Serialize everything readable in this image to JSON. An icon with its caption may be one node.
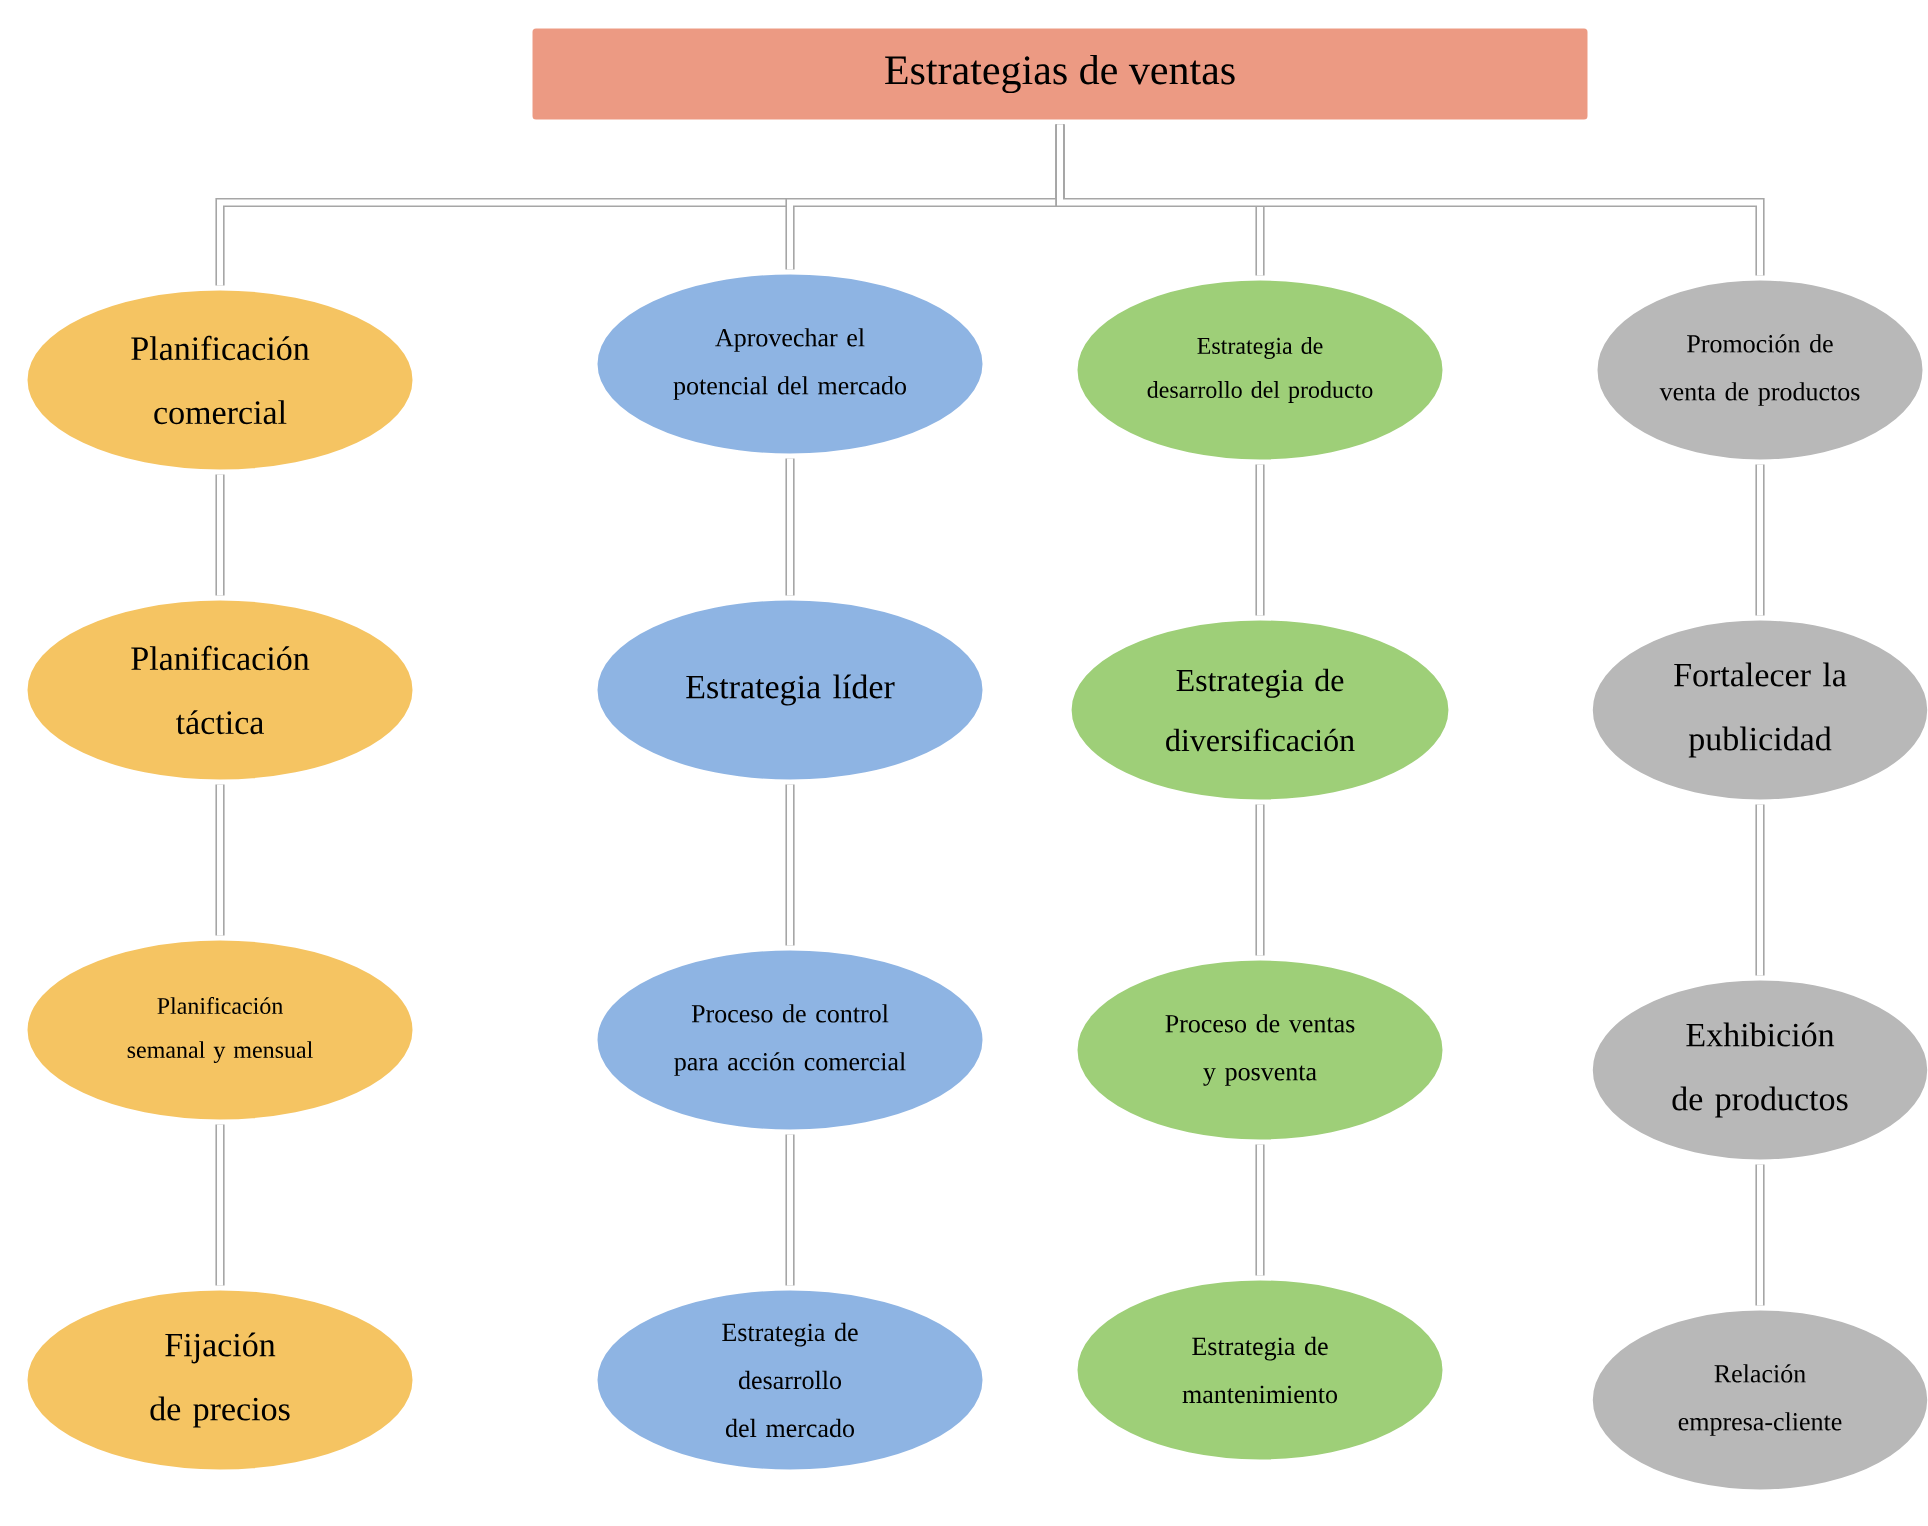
{
  "diagram": {
    "nodes": [
      {
        "text": [
          "Estrategias de ventas"
        ]
      },
      {
        "text": [
          "Planificación comercial"
        ]
      },
      {
        "text": [
          "Planificación táctica"
        ]
      },
      {
        "text": [
          "Planificación semanal y mensual"
        ]
      },
      {
        "text": [
          "Fijación de precios"
        ]
      },
      {
        "text": [
          "Aprovechar el potencial del mercado"
        ]
      },
      {
        "text": [
          "Estrategia líder"
        ]
      },
      {
        "text": [
          "Proceso de control para acción comercial"
        ]
      },
      {
        "text": [
          "Estrategia de desarrollo del mercado"
        ]
      },
      {
        "text": [
          "Estrategia de desarrollo del producto"
        ]
      },
      {
        "text": [
          "Estrategia de diversificación"
        ]
      },
      {
        "text": [
          "Proceso de ventas y posventa"
        ]
      },
      {
        "text": [
          "Estrategia de mantenimiento"
        ]
      },
      {
        "text": [
          "Promoción de venta de productos"
        ]
      },
      {
        "text": [
          "Fortalecer la publicidad"
        ]
      },
      {
        "text": [
          "Exhibición de productos"
        ]
      },
      {
        "text": [
          "Relación empresa-cliente"
        ]
      }
    ],
    "edges": [
      {
        "from": 0,
        "to": 1,
        "arrow": "none"
      },
      {
        "from": 0,
        "to": 5,
        "arrow": "none"
      },
      {
        "from": 0,
        "to": 9,
        "arrow": "none"
      },
      {
        "from": 0,
        "to": 13,
        "arrow": "none"
      },
      {
        "from": 1,
        "to": 2,
        "arrow": "none"
      },
      {
        "from": 2,
        "to": 3,
        "arrow": "none"
      },
      {
        "from": 3,
        "to": 4,
        "arrow": "none"
      },
      {
        "from": 5,
        "to": 6,
        "arrow": "none"
      },
      {
        "from": 6,
        "to": 7,
        "arrow": "none"
      },
      {
        "from": 7,
        "to": 8,
        "arrow": "none"
      },
      {
        "from": 9,
        "to": 10,
        "arrow": "none"
      },
      {
        "from": 10,
        "to": 11,
        "arrow": "none"
      },
      {
        "from": 11,
        "to": 12,
        "arrow": "none"
      },
      {
        "from": 13,
        "to": 14,
        "arrow": "none"
      },
      {
        "from": 14,
        "to": 15,
        "arrow": "none"
      },
      {
        "from": 15,
        "to": 16,
        "arrow": "none"
      }
    ]
  }
}
